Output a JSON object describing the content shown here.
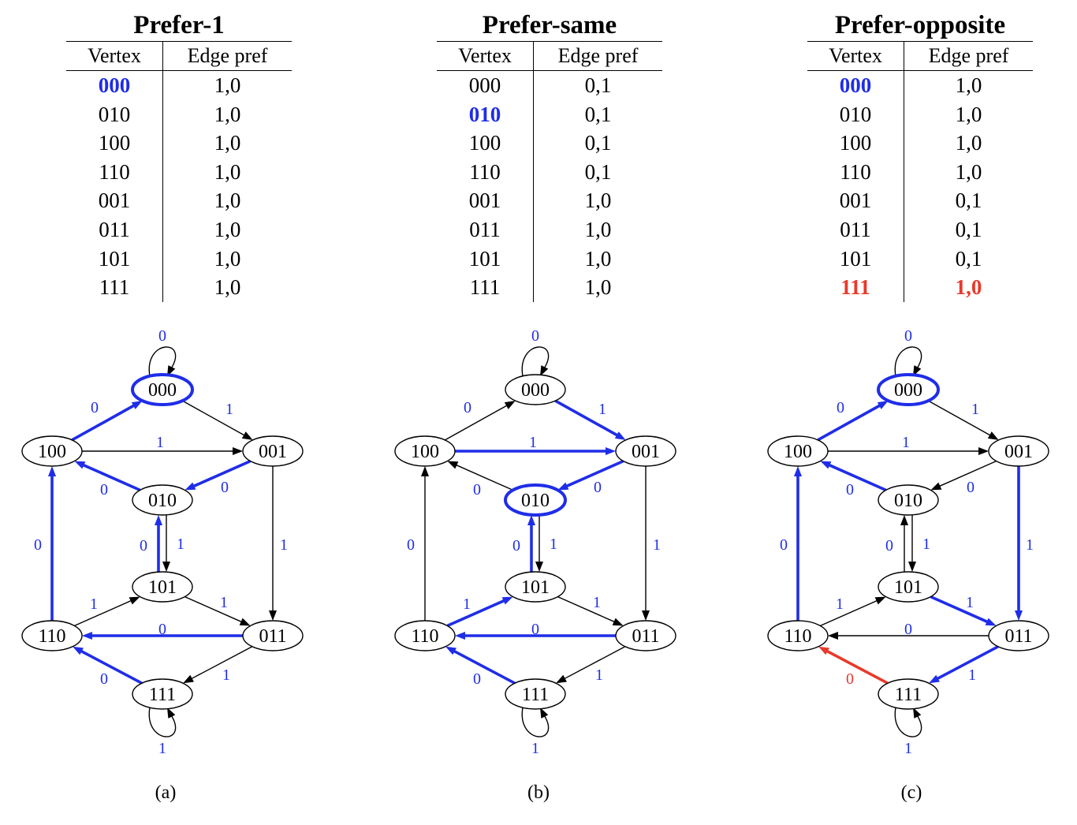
{
  "panels": [
    {
      "id": "a",
      "title": "Prefer-1",
      "caption": "(a)",
      "col_vertex": "Vertex",
      "col_pref": "Edge pref",
      "rows": [
        {
          "vertex": "000",
          "pref": "1,0",
          "v_style": "blue",
          "p_style": ""
        },
        {
          "vertex": "010",
          "pref": "1,0",
          "v_style": "",
          "p_style": ""
        },
        {
          "vertex": "100",
          "pref": "1,0",
          "v_style": "",
          "p_style": ""
        },
        {
          "vertex": "110",
          "pref": "1,0",
          "v_style": "",
          "p_style": ""
        },
        {
          "vertex": "001",
          "pref": "1,0",
          "v_style": "",
          "p_style": ""
        },
        {
          "vertex": "011",
          "pref": "1,0",
          "v_style": "",
          "p_style": ""
        },
        {
          "vertex": "101",
          "pref": "1,0",
          "v_style": "",
          "p_style": ""
        },
        {
          "vertex": "111",
          "pref": "1,0",
          "v_style": "",
          "p_style": ""
        }
      ],
      "highlight_nodes": [
        "000"
      ],
      "edges": [
        {
          "from": "000",
          "to": "000",
          "label": "0",
          "color": "black"
        },
        {
          "from": "111",
          "to": "111",
          "label": "1",
          "color": "black"
        },
        {
          "from": "100",
          "to": "000",
          "label": "0",
          "color": "blue"
        },
        {
          "from": "000",
          "to": "001",
          "label": "1",
          "color": "black"
        },
        {
          "from": "100",
          "to": "001",
          "label": "1",
          "color": "black"
        },
        {
          "from": "001",
          "to": "010",
          "label": "0",
          "color": "blue"
        },
        {
          "from": "010",
          "to": "100",
          "label": "0",
          "color": "blue"
        },
        {
          "from": "110",
          "to": "100",
          "label": "0",
          "color": "blue"
        },
        {
          "from": "001",
          "to": "011",
          "label": "1",
          "color": "black"
        },
        {
          "from": "101",
          "to": "010",
          "label": "0",
          "color": "blue"
        },
        {
          "from": "010",
          "to": "101",
          "label": "1",
          "color": "black"
        },
        {
          "from": "110",
          "to": "101",
          "label": "1",
          "color": "black"
        },
        {
          "from": "101",
          "to": "011",
          "label": "1",
          "color": "black"
        },
        {
          "from": "011",
          "to": "110",
          "label": "0",
          "color": "blue"
        },
        {
          "from": "111",
          "to": "110",
          "label": "0",
          "color": "blue"
        },
        {
          "from": "011",
          "to": "111",
          "label": "1",
          "color": "black"
        }
      ]
    },
    {
      "id": "b",
      "title": "Prefer-same",
      "caption": "(b)",
      "col_vertex": "Vertex",
      "col_pref": "Edge pref",
      "rows": [
        {
          "vertex": "000",
          "pref": "0,1",
          "v_style": "",
          "p_style": ""
        },
        {
          "vertex": "010",
          "pref": "0,1",
          "v_style": "blue",
          "p_style": ""
        },
        {
          "vertex": "100",
          "pref": "0,1",
          "v_style": "",
          "p_style": ""
        },
        {
          "vertex": "110",
          "pref": "0,1",
          "v_style": "",
          "p_style": ""
        },
        {
          "vertex": "001",
          "pref": "1,0",
          "v_style": "",
          "p_style": ""
        },
        {
          "vertex": "011",
          "pref": "1,0",
          "v_style": "",
          "p_style": ""
        },
        {
          "vertex": "101",
          "pref": "1,0",
          "v_style": "",
          "p_style": ""
        },
        {
          "vertex": "111",
          "pref": "1,0",
          "v_style": "",
          "p_style": ""
        }
      ],
      "highlight_nodes": [
        "010"
      ],
      "edges": [
        {
          "from": "000",
          "to": "000",
          "label": "0",
          "color": "black"
        },
        {
          "from": "111",
          "to": "111",
          "label": "1",
          "color": "black"
        },
        {
          "from": "100",
          "to": "000",
          "label": "0",
          "color": "black"
        },
        {
          "from": "000",
          "to": "001",
          "label": "1",
          "color": "blue"
        },
        {
          "from": "100",
          "to": "001",
          "label": "1",
          "color": "blue"
        },
        {
          "from": "001",
          "to": "010",
          "label": "0",
          "color": "blue"
        },
        {
          "from": "010",
          "to": "100",
          "label": "0",
          "color": "black"
        },
        {
          "from": "110",
          "to": "100",
          "label": "0",
          "color": "black"
        },
        {
          "from": "001",
          "to": "011",
          "label": "1",
          "color": "black"
        },
        {
          "from": "101",
          "to": "010",
          "label": "0",
          "color": "blue"
        },
        {
          "from": "010",
          "to": "101",
          "label": "1",
          "color": "black"
        },
        {
          "from": "110",
          "to": "101",
          "label": "1",
          "color": "blue"
        },
        {
          "from": "101",
          "to": "011",
          "label": "1",
          "color": "black"
        },
        {
          "from": "011",
          "to": "110",
          "label": "0",
          "color": "blue"
        },
        {
          "from": "111",
          "to": "110",
          "label": "0",
          "color": "blue"
        },
        {
          "from": "011",
          "to": "111",
          "label": "1",
          "color": "black"
        }
      ]
    },
    {
      "id": "c",
      "title": "Prefer-opposite",
      "caption": "(c)",
      "col_vertex": "Vertex",
      "col_pref": "Edge pref",
      "rows": [
        {
          "vertex": "000",
          "pref": "1,0",
          "v_style": "blue",
          "p_style": ""
        },
        {
          "vertex": "010",
          "pref": "1,0",
          "v_style": "",
          "p_style": ""
        },
        {
          "vertex": "100",
          "pref": "1,0",
          "v_style": "",
          "p_style": ""
        },
        {
          "vertex": "110",
          "pref": "1,0",
          "v_style": "",
          "p_style": ""
        },
        {
          "vertex": "001",
          "pref": "0,1",
          "v_style": "",
          "p_style": ""
        },
        {
          "vertex": "011",
          "pref": "0,1",
          "v_style": "",
          "p_style": ""
        },
        {
          "vertex": "101",
          "pref": "0,1",
          "v_style": "",
          "p_style": ""
        },
        {
          "vertex": "111",
          "pref": "1,0",
          "v_style": "red",
          "p_style": "red"
        }
      ],
      "highlight_nodes": [
        "000"
      ],
      "edges": [
        {
          "from": "000",
          "to": "000",
          "label": "0",
          "color": "black"
        },
        {
          "from": "111",
          "to": "111",
          "label": "1",
          "color": "black"
        },
        {
          "from": "100",
          "to": "000",
          "label": "0",
          "color": "blue"
        },
        {
          "from": "000",
          "to": "001",
          "label": "1",
          "color": "black"
        },
        {
          "from": "100",
          "to": "001",
          "label": "1",
          "color": "black"
        },
        {
          "from": "001",
          "to": "010",
          "label": "0",
          "color": "black"
        },
        {
          "from": "010",
          "to": "100",
          "label": "0",
          "color": "blue"
        },
        {
          "from": "110",
          "to": "100",
          "label": "0",
          "color": "blue"
        },
        {
          "from": "001",
          "to": "011",
          "label": "1",
          "color": "blue"
        },
        {
          "from": "101",
          "to": "010",
          "label": "0",
          "color": "black"
        },
        {
          "from": "010",
          "to": "101",
          "label": "1",
          "color": "black"
        },
        {
          "from": "110",
          "to": "101",
          "label": "1",
          "color": "black"
        },
        {
          "from": "101",
          "to": "011",
          "label": "1",
          "color": "blue"
        },
        {
          "from": "011",
          "to": "110",
          "label": "0",
          "color": "black"
        },
        {
          "from": "111",
          "to": "110",
          "label": "0",
          "color": "red"
        },
        {
          "from": "011",
          "to": "111",
          "label": "1",
          "color": "blue"
        }
      ]
    }
  ],
  "colors": {
    "blue": "#1f2de8",
    "red": "#e8392a",
    "black": "#000000"
  }
}
